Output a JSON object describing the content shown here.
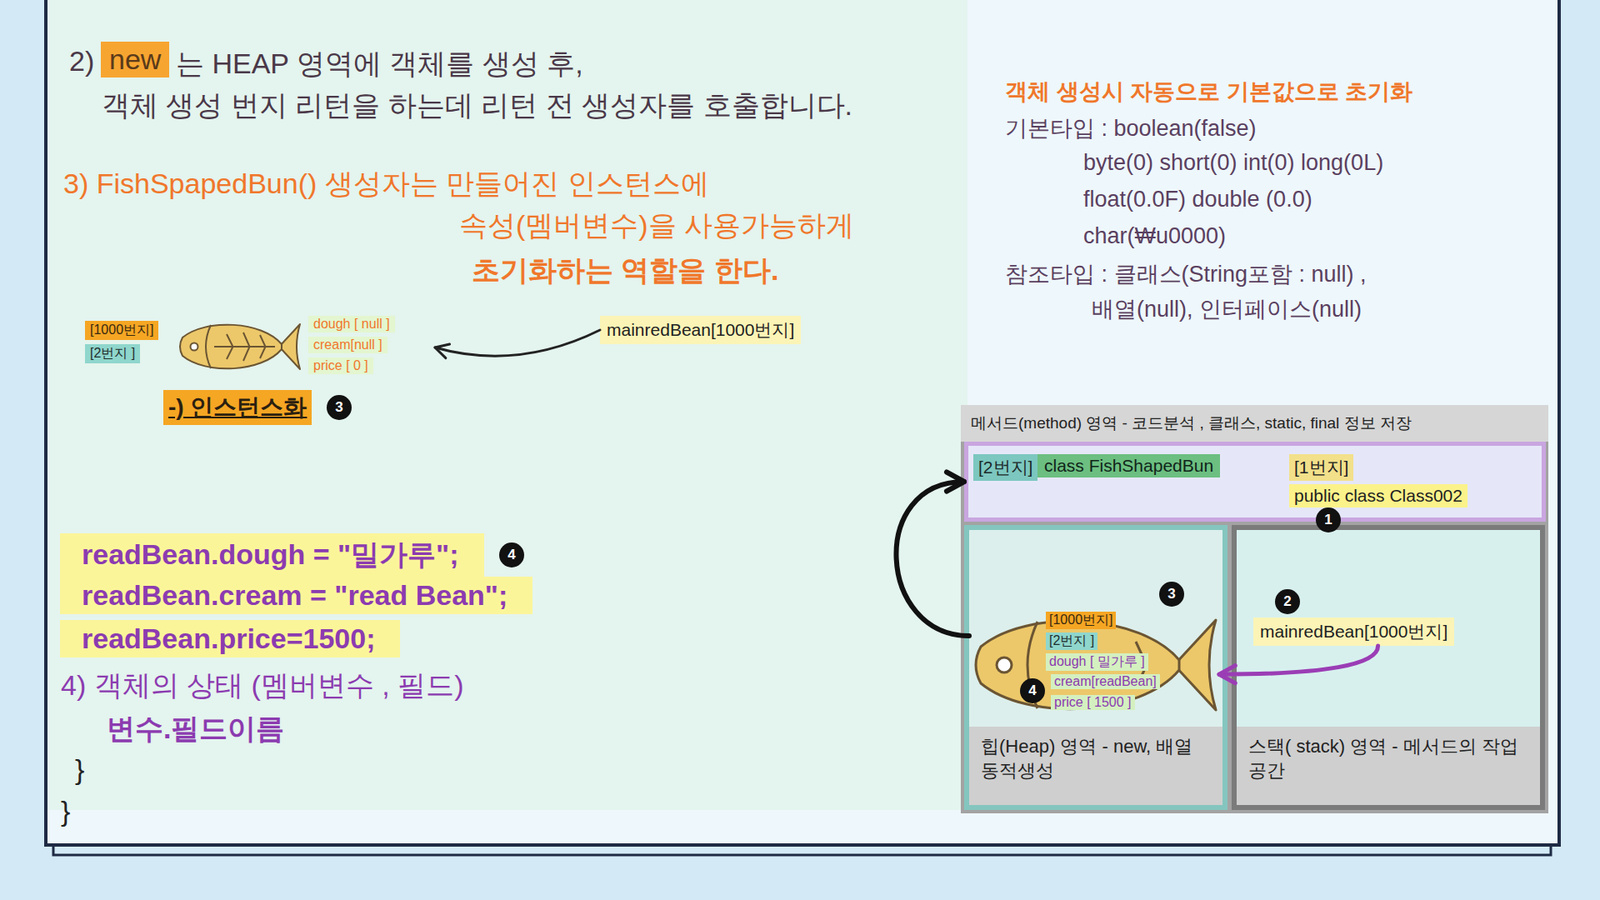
{
  "diagram": {
    "nodes": [
      {
        "text": [
          "[1000번지]",
          "[2번지 ]",
          "dough [ null ]",
          "cream[null ]",
          "price [ 0 ]"
        ]
      },
      {
        "text": [
          "main",
          "redBean[",
          "1000번지",
          "]"
        ]
      },
      {
        "text": [
          "메서드(method) 영역 - 코드분석 , 클래스, static, final 정보 저장"
        ]
      },
      {
        "text": [
          "[2번지]",
          "class FishShapedBun",
          "[1번지]",
          "public class Class002"
        ],
        "in": 2
      },
      {
        "text": [
          "힙(Heap) 영역 - new, 배열 동적생성"
        ],
        "in": 2
      },
      {
        "text": [
          "[1000번지]",
          "[2번지 ]",
          "dough [ 밀가루 ]",
          "cream[readBean]",
          "price [ 1500 ]"
        ],
        "in": 4
      },
      {
        "text": [
          "스택( stack) 영역 - 메서드의 작업공간"
        ],
        "in": 2
      },
      {
        "text": [
          "main",
          "redBean[",
          "1000번지",
          "]"
        ],
        "in": 6
      }
    ],
    "edges": [
      {
        "from": 1,
        "to": 0,
        "arrow": "to"
      },
      {
        "from": 7,
        "to": 5,
        "arrow": "to"
      },
      {
        "from": 5,
        "to": 3,
        "arrow": "to"
      }
    ],
    "labels": [
      "2)",
      "new",
      "는 HEAP 영역에 객체를 생성 후,",
      "객체 생성 번지 리턴을 하는데 리턴 전 생성자를 호출합니다.",
      "3) FishSpapedBun() 생성자는 만들어진 인스턴스에",
      "속성(멤버변수)을 사용가능하게",
      "초기화하는 역할을 한다.",
      "-) 인스턴스화",
      "3",
      "readBean.dough = \"밀가루\";",
      "4",
      "readBean.cream = \"read Bean\";",
      "readBean.price=1500;",
      "4) 객체의 상태 (멤버변수 , 필드)",
      "변수.필드이름",
      "}",
      "}",
      "객체 생성시 자동으로 기본값으로 초기화",
      "기본타입 : boolean(false)",
      "byte(0) short(0) int(0) long(0L)",
      "float(0.0F) double (0.0)",
      "char(₩u0000)",
      "참조타입 : 클래스(String포함 : null) ,",
      "배열(null), 인터페이스(null)",
      "1",
      "2",
      "3",
      "4"
    ]
  }
}
